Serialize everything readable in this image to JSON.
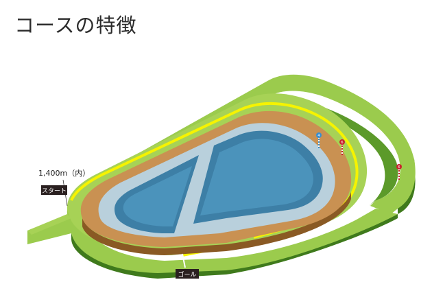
{
  "page": {
    "title": "コースの特徴"
  },
  "course": {
    "distance_label": "1,400m（内）",
    "start_label": "スタート",
    "goal_label": "ゴール",
    "furlong_markers": [
      "4",
      "6",
      "6"
    ]
  },
  "colors": {
    "turf_light": "#9bcb4d",
    "turf_dark": "#4d8a22",
    "turf_side": "#3f7a1c",
    "dirt": "#c99152",
    "dirt_side": "#8a5a24",
    "inner_field": "#b9d0dc",
    "water": "#3d7fa6",
    "rail": "#f6f300",
    "label_bg": "#2a2020",
    "marker_red": "#c8232c",
    "marker_blue": "#3a8fd0"
  }
}
